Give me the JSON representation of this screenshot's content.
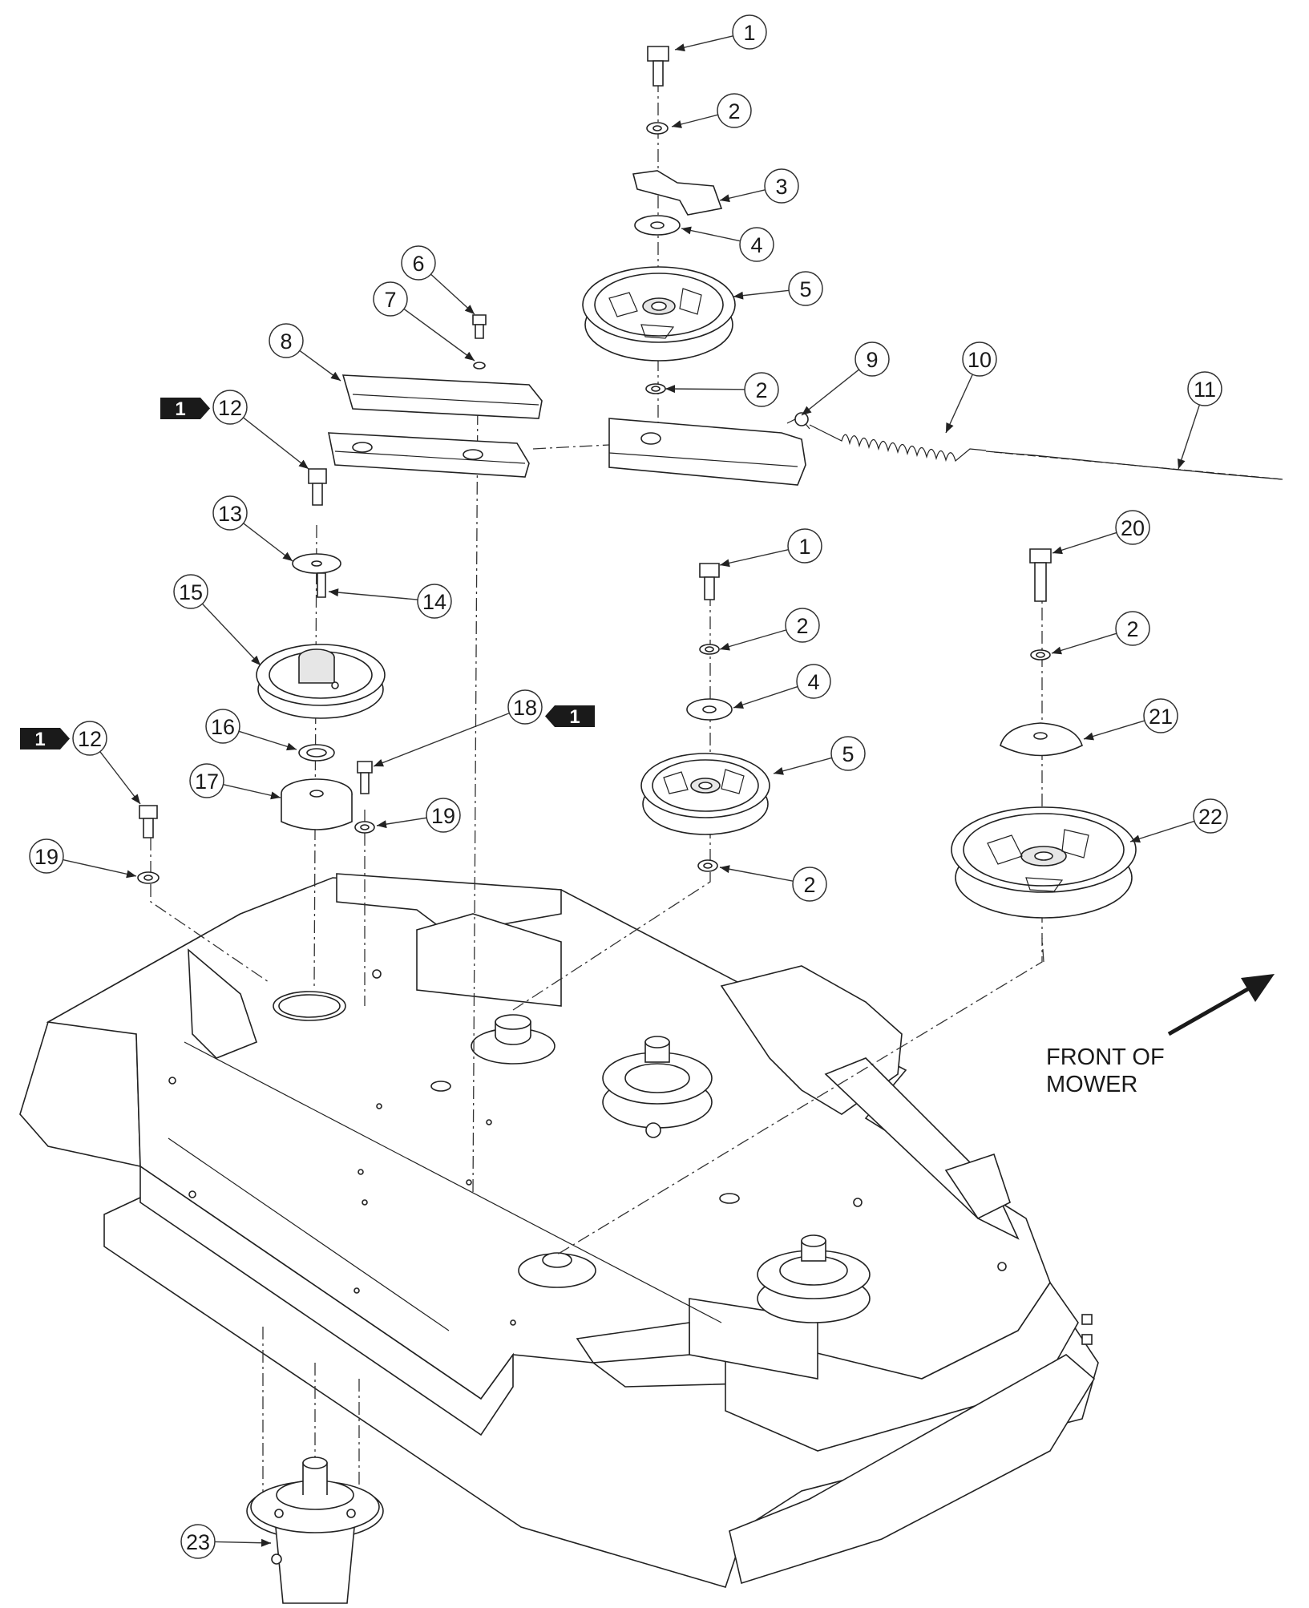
{
  "callouts": [
    {
      "id": "c1a",
      "label": "1"
    },
    {
      "id": "c2a",
      "label": "2"
    },
    {
      "id": "c3",
      "label": "3"
    },
    {
      "id": "c4a",
      "label": "4"
    },
    {
      "id": "c5a",
      "label": "5"
    },
    {
      "id": "c6",
      "label": "6"
    },
    {
      "id": "c7",
      "label": "7"
    },
    {
      "id": "c8",
      "label": "8"
    },
    {
      "id": "c9",
      "label": "9"
    },
    {
      "id": "c10",
      "label": "10"
    },
    {
      "id": "c11",
      "label": "11"
    },
    {
      "id": "c2b",
      "label": "2"
    },
    {
      "id": "c12a",
      "label": "12"
    },
    {
      "id": "c13",
      "label": "13"
    },
    {
      "id": "c14",
      "label": "14"
    },
    {
      "id": "c15",
      "label": "15"
    },
    {
      "id": "c1b",
      "label": "1"
    },
    {
      "id": "c20",
      "label": "20"
    },
    {
      "id": "c2c",
      "label": "2"
    },
    {
      "id": "c2d",
      "label": "2"
    },
    {
      "id": "c4b",
      "label": "4"
    },
    {
      "id": "c21",
      "label": "21"
    },
    {
      "id": "c18",
      "label": "18"
    },
    {
      "id": "c16",
      "label": "16"
    },
    {
      "id": "c12b",
      "label": "12"
    },
    {
      "id": "c5b",
      "label": "5"
    },
    {
      "id": "c17",
      "label": "17"
    },
    {
      "id": "c19a",
      "label": "19"
    },
    {
      "id": "c22",
      "label": "22"
    },
    {
      "id": "c19b",
      "label": "19"
    },
    {
      "id": "c2e",
      "label": "2"
    },
    {
      "id": "c23",
      "label": "23"
    }
  ],
  "badges": [
    {
      "id": "b1",
      "label": "1"
    },
    {
      "id": "b2",
      "label": "1"
    },
    {
      "id": "b3",
      "label": "1"
    }
  ],
  "front_label": {
    "line1": "FRONT OF",
    "line2": "MOWER"
  }
}
